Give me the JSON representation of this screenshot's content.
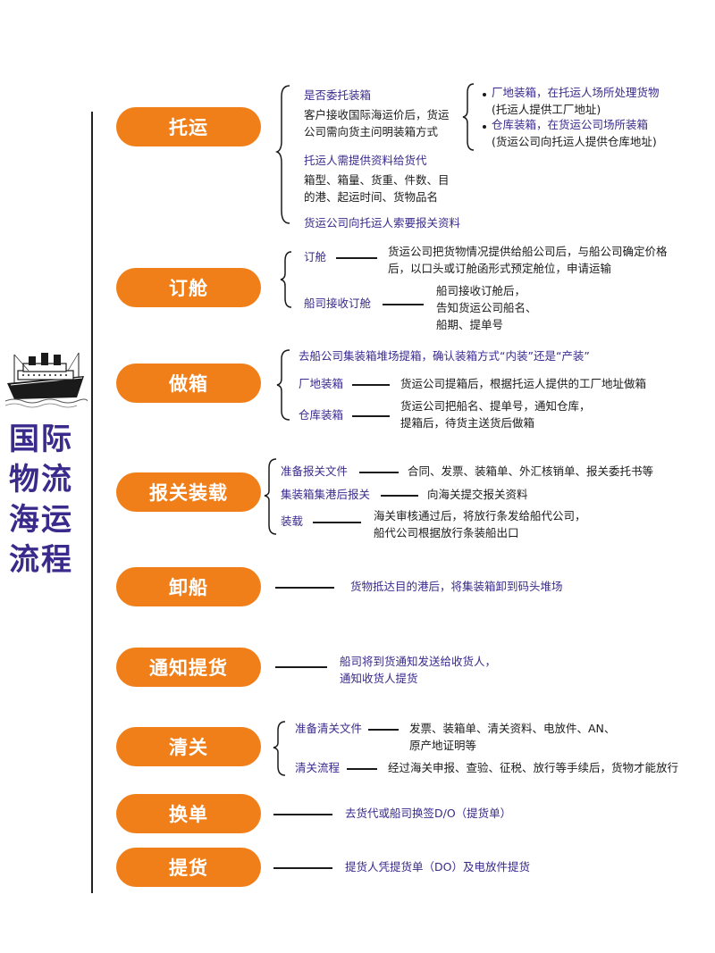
{
  "title": [
    "国际",
    "物流",
    "海运",
    "流程"
  ],
  "steps": [
    {
      "label": "托运"
    },
    {
      "label": "订舱"
    },
    {
      "label": "做箱"
    },
    {
      "label": "报关装载"
    },
    {
      "label": "卸船"
    },
    {
      "label": "通知提货"
    },
    {
      "label": "清关"
    },
    {
      "label": "换单"
    },
    {
      "label": "提货"
    }
  ],
  "s1": {
    "q": "是否委托装箱",
    "q_desc": [
      "客户接收国际海运价后，货运",
      "公司需向货主问明装箱方式"
    ],
    "opts": [
      {
        "title": "厂地装箱，在托运人场所处理货物",
        "sub": "(托运人提供工厂地址)"
      },
      {
        "title": "仓库装箱，在货运公司场所装箱",
        "sub": "(货运公司向托运人提供仓库地址)"
      }
    ],
    "info": "托运人需提供资料给货代",
    "info_desc": [
      "箱型、箱量、货重、件数、目",
      "的港、起运时间、货物品名"
    ],
    "docs": "货运公司向托运人索要报关资料"
  },
  "s2": {
    "a": "订舱",
    "a_desc": [
      "货运公司把货物情况提供给船公司后，与船公司确定价格",
      "后，以口头或订舱函形式预定舱位，申请运输"
    ],
    "b": "船司接收订舱",
    "b_desc": [
      "船司接收订舱后，",
      "告知货运公司船名、",
      "船期、提单号"
    ]
  },
  "s3": {
    "head": "去船公司集装箱堆场提箱，确认装箱方式“内装”还是“产装”",
    "a": "厂地装箱",
    "a_desc": [
      "货运公司提箱后，根据托运人提供的工厂地址做箱"
    ],
    "b": "仓库装箱",
    "b_desc": [
      "货运公司把船名、提单号，通知仓库，",
      "提箱后，待货主送货后做箱"
    ]
  },
  "s4": {
    "a": "准备报关文件",
    "a_desc": "合同、发票、装箱单、外汇核销单、报关委托书等",
    "b": "集装箱集港后报关",
    "b_desc": "向海关提交报关资料",
    "c": "装载",
    "c_desc": [
      "海关审核通过后，将放行条发给船代公司，",
      "船代公司根据放行条装船出口"
    ]
  },
  "s5": {
    "desc": "货物抵达目的港后，将集装箱卸到码头堆场"
  },
  "s6": {
    "desc": [
      "船司将到货通知发送给收货人，",
      "通知收货人提货"
    ]
  },
  "s7": {
    "a": "准备清关文件",
    "a_desc": [
      "发票、装箱单、清关资料、电放件、AN、",
      "原产地证明等"
    ],
    "b": "清关流程",
    "b_desc": "经过海关申报、查验、征税、放行等手续后，货物才能放行"
  },
  "s8": {
    "desc": "去货代或船司换签D/O（提货单）"
  },
  "s9": {
    "desc": "提货人凭提货单（DO）及电放件提货"
  },
  "colors": {
    "accent": "#f07f19",
    "title": "#3a2a8c",
    "label": "#3a2a8c"
  }
}
